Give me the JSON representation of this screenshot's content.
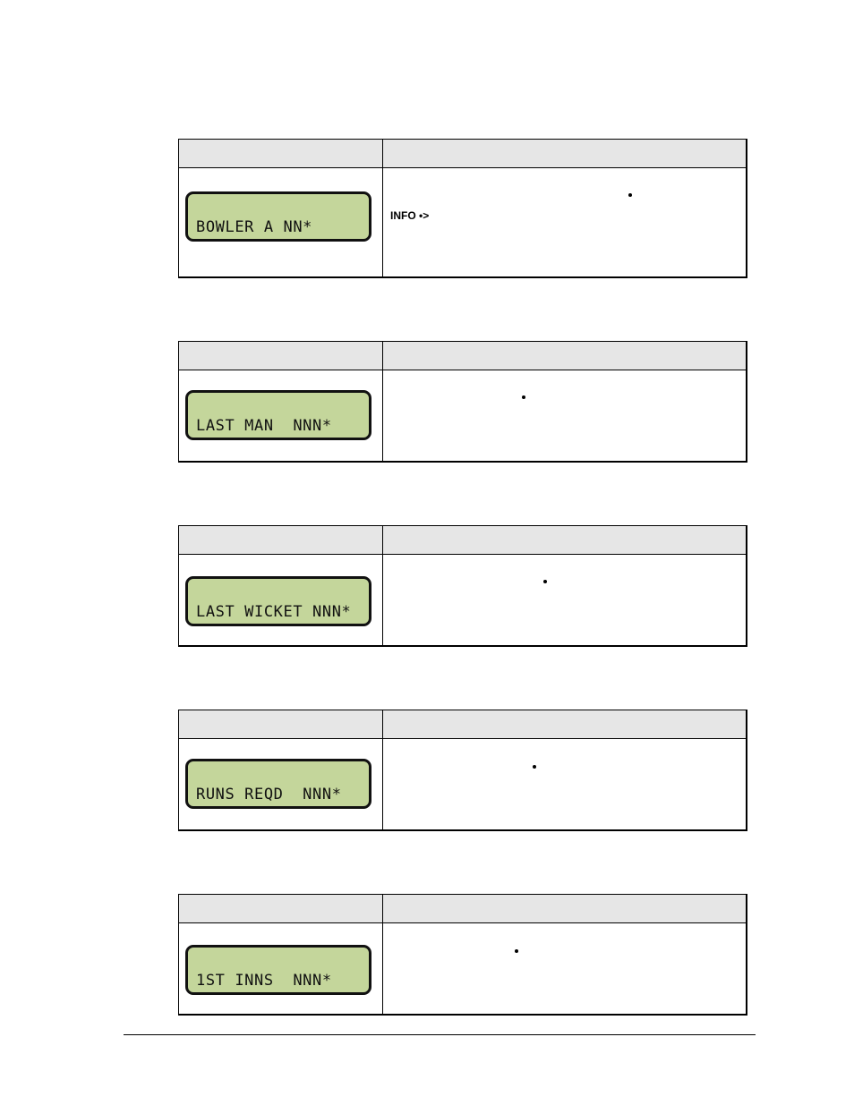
{
  "tables": [
    {
      "lcd_line2": "BOWLER A NN*",
      "info_label": "INFO •>"
    },
    {
      "lcd_line2": "LAST MAN  NNN*"
    },
    {
      "lcd_line2": "LAST WICKET NNN*"
    },
    {
      "lcd_line2": "RUNS REQD  NNN*"
    },
    {
      "lcd_line2": "1ST INNS  NNN*"
    }
  ]
}
